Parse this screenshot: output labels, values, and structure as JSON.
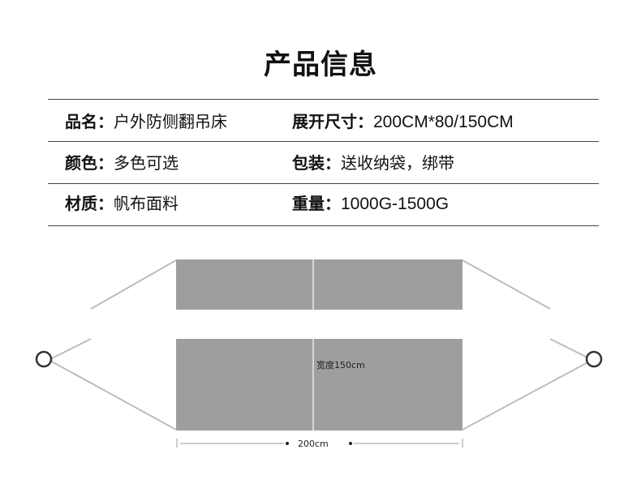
{
  "title": "产品信息",
  "specs": [
    {
      "label": "品名：",
      "value": "户外防侧翻吊床"
    },
    {
      "label": "展开尺寸：",
      "value": "200CM*80/150CM"
    },
    {
      "label": "颜色：",
      "value": "多色可选"
    },
    {
      "label": "包装：",
      "value": "送收纳袋，绑带"
    },
    {
      "label": "材质：",
      "value": "帆布面料"
    },
    {
      "label": "重量：",
      "value": "1000G-1500G"
    }
  ],
  "diagram": {
    "width_label": "宽度150cm",
    "length_label": "200cm",
    "fabric_color": "#9e9e9e",
    "rope_color": "#bdbdbd"
  }
}
